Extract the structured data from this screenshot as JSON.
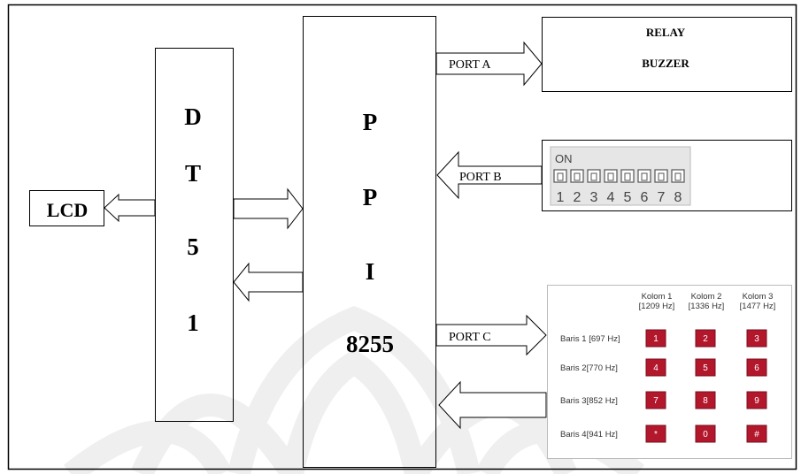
{
  "dt51": {
    "letters": [
      "D",
      "T",
      "5",
      "1"
    ]
  },
  "ppi": {
    "letters": [
      "P",
      "P",
      "I"
    ],
    "chip": "8255"
  },
  "lcd": {
    "label": "LCD"
  },
  "output_box": {
    "line1": "RELAY",
    "line2": "BUZZER"
  },
  "ports": {
    "a": "PORT A",
    "b": "PORT B",
    "c": "PORT C"
  },
  "dip_switch": {
    "on_label": "ON",
    "numbers": [
      "1",
      "2",
      "3",
      "4",
      "5",
      "6",
      "7",
      "8"
    ]
  },
  "keypad": {
    "columns": [
      {
        "name": "Kolom 1",
        "freq": "[1209 Hz]"
      },
      {
        "name": "Kolom 2",
        "freq": "[1336 Hz]"
      },
      {
        "name": "Kolom 3",
        "freq": "[1477 Hz]"
      }
    ],
    "rows": [
      {
        "label": "Baris 1 [697 Hz]",
        "keys": [
          "1",
          "2",
          "3"
        ]
      },
      {
        "label": "Baris 2[770 Hz]",
        "keys": [
          "4",
          "5",
          "6"
        ]
      },
      {
        "label": "Baris 3[852 Hz]",
        "keys": [
          "7",
          "8",
          "9"
        ]
      },
      {
        "label": "Baris 4[941 Hz]",
        "keys": [
          "*",
          "0",
          "#"
        ]
      }
    ],
    "key_color": "#b2172b"
  }
}
